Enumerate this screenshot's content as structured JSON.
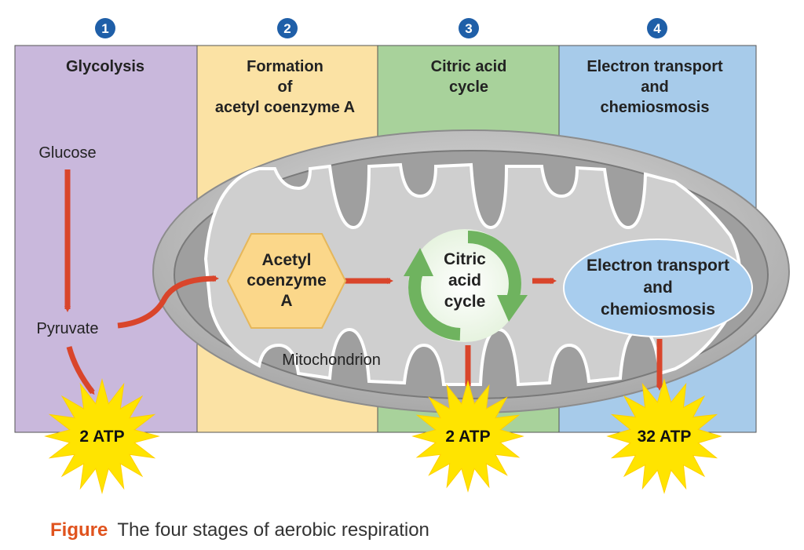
{
  "stages": [
    {
      "number": "1",
      "title_lines": [
        "Glycolysis"
      ],
      "color": "#c9b8dc"
    },
    {
      "number": "2",
      "title_lines": [
        "Formation",
        "of",
        "acetyl coenzyme A"
      ],
      "color": "#fbe2a4"
    },
    {
      "number": "3",
      "title_lines": [
        "Citric acid",
        "cycle"
      ],
      "color": "#a8d29b"
    },
    {
      "number": "4",
      "title_lines": [
        "Electron transport",
        "and",
        "chemiosmosis"
      ],
      "color": "#a7cbea"
    }
  ],
  "labels": {
    "glucose": "Glucose",
    "pyruvate": "Pyruvate",
    "mitochondrion": "Mitochondrion",
    "acetyl_lines": [
      "Acetyl",
      "coenzyme",
      "A"
    ],
    "citric_lines": [
      "Citric",
      "acid",
      "cycle"
    ],
    "etc_lines": [
      "Electron transport",
      "and",
      "chemiosmosis"
    ]
  },
  "atp": {
    "glycolysis": "2 ATP",
    "citric": "2 ATP",
    "etc": "32 ATP"
  },
  "caption": {
    "prefix": "Figure",
    "text": "The four stages of aerobic respiration"
  },
  "colors": {
    "arrow": "#d9452b",
    "number_badge": "#1f5fa8",
    "starburst": "#ffe400",
    "hexagon": "#fbd78a",
    "etc_ellipse": "#a8cdee",
    "cycle_green": "#6fb35f",
    "mito_outer": "#bfbfbf",
    "mito_inner": "#8c8c8c"
  }
}
